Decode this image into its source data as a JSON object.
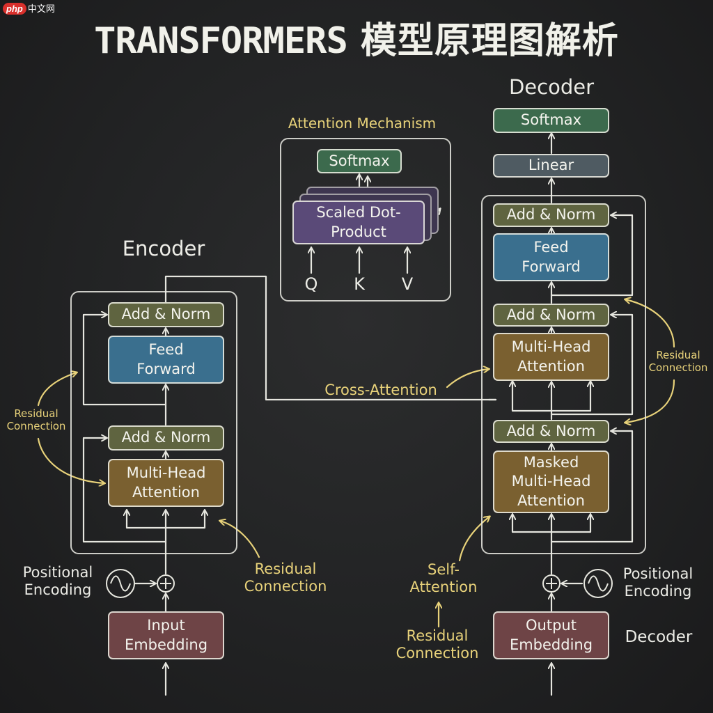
{
  "watermark": {
    "badge": "php",
    "text": "中文网"
  },
  "title": {
    "en": "TRANSFORMERS",
    "zh": "模型原理图解析"
  },
  "encoder": {
    "heading": "Encoder",
    "add_norm_top": "Add & Norm",
    "feed_forward": "Feed\nForward",
    "add_norm_bottom": "Add & Norm",
    "multi_head": "Multi-Head\nAttention",
    "input_embedding": "Input\nEmbedding",
    "positional_encoding": "Positional\nEncoding",
    "residual_left": "Residual\nConnection",
    "residual_right": "Residual\nConnection"
  },
  "decoder": {
    "heading_top": "Decoder",
    "heading_bottom": "Decoder",
    "softmax": "Softmax",
    "linear": "Linear",
    "add_norm_1": "Add & Norm",
    "feed_forward": "Feed\nForward",
    "add_norm_2": "Add & Norm",
    "multi_head": "Multi-Head\nAttention",
    "add_norm_3": "Add & Norm",
    "masked_multi_head": "Masked\nMulti-Head\nAttention",
    "output_embedding": "Output\nEmbedding",
    "positional_encoding": "Positional\nEncoding",
    "residual_right": "Residual\nConnection",
    "self_attention": "Self-\nAttention",
    "residual_bottom": "Residual\nConnection"
  },
  "attention_mechanism": {
    "heading": "Attention Mechanism",
    "softmax": "Softmax",
    "scaled_dot_product": "Scaled Dot-\nProduct",
    "inputs": [
      "Q",
      "K",
      "V"
    ]
  },
  "cross_attention": "Cross-Attention",
  "colors": {
    "chalk": "#ecece6",
    "accent_yellow": "#e8d27a",
    "add_norm": "#5f6440",
    "feed_forward": "#3a6f8e",
    "attention": "#7a6030",
    "embedding": "#6e4446",
    "softmax": "#3c6a4d",
    "linear": "#4f5b62",
    "scaled_dot_product": "#5a4a78",
    "background": "#242526"
  }
}
